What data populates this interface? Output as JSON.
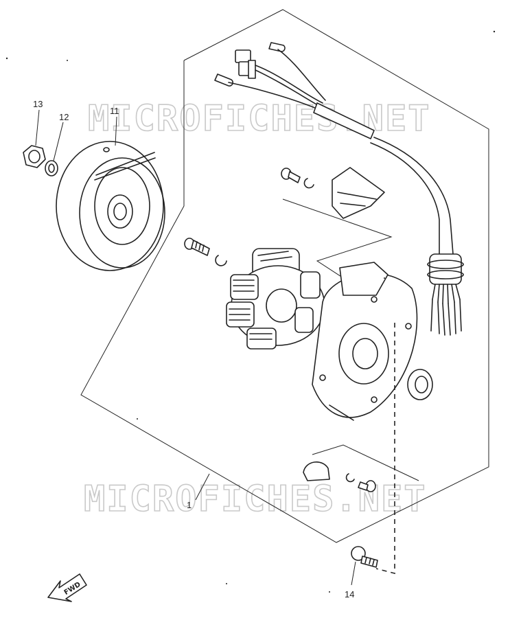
{
  "watermark": {
    "top": "MICROFICHES.NET",
    "bottom": "MICROFICHES.NET"
  },
  "callouts": {
    "p1": "1",
    "p11": "11",
    "p12": "12",
    "p13": "13",
    "p14": "14"
  },
  "fwd_label": "FWD",
  "colors": {
    "ink": "#222222",
    "watermark": "#c9c9c9",
    "background": "#ffffff"
  }
}
